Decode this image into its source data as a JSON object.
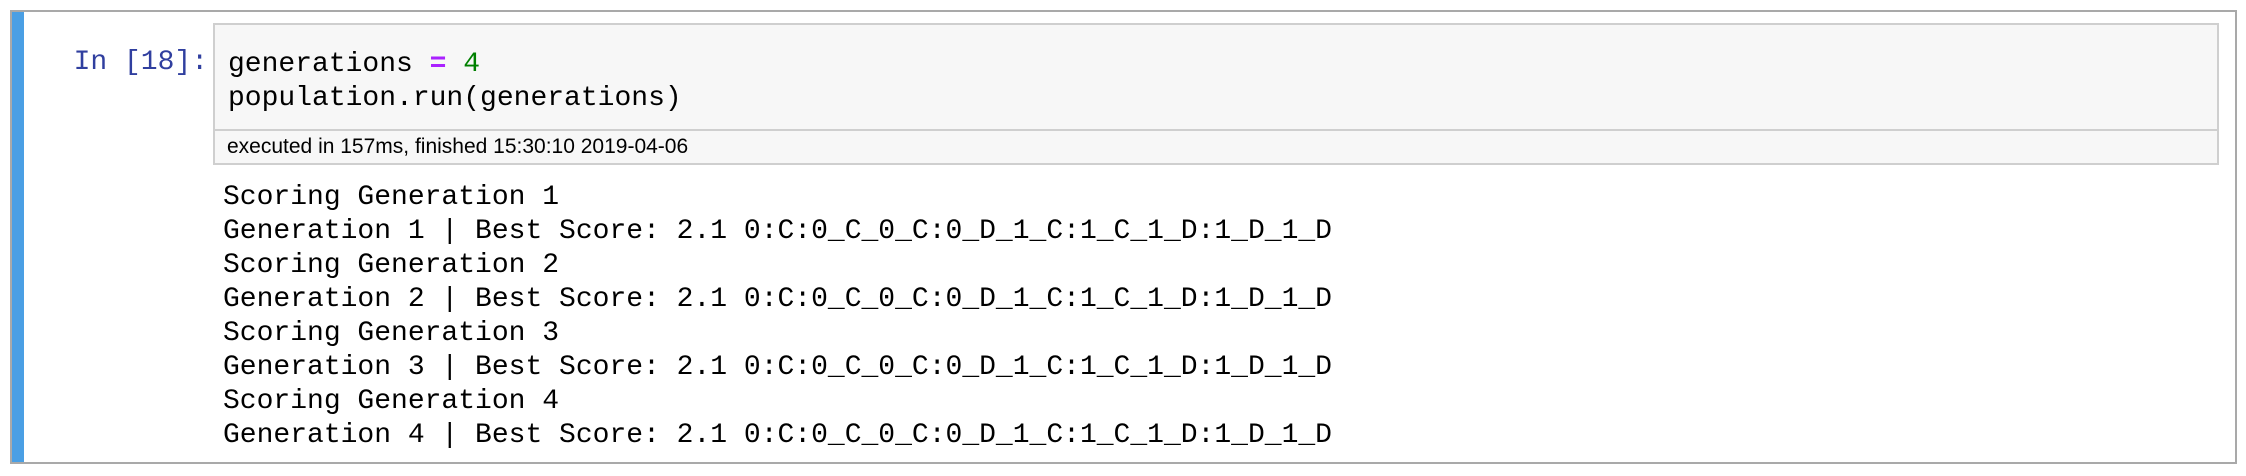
{
  "cell": {
    "prompt": "In [18]:",
    "code": {
      "line1": {
        "var": "generations",
        "op": "=",
        "num": "4"
      },
      "line2": "population.run(generations)"
    },
    "exec_info": "executed in 157ms, finished 15:30:10 2019-04-06",
    "output_lines": [
      "Scoring Generation 1",
      "Generation 1 | Best Score: 2.1 0:C:0_C_0_C:0_D_1_C:1_C_1_D:1_D_1_D",
      "Scoring Generation 2",
      "Generation 2 | Best Score: 2.1 0:C:0_C_0_C:0_D_1_C:1_C_1_D:1_D_1_D",
      "Scoring Generation 3",
      "Generation 3 | Best Score: 2.1 0:C:0_C_0_C:0_D_1_C:1_C_1_D:1_D_1_D",
      "Scoring Generation 4",
      "Generation 4 | Best Score: 2.1 0:C:0_C_0_C:0_D_1_C:1_C_1_D:1_D_1_D"
    ]
  },
  "colors": {
    "accent": "#4a9fe4",
    "prompt": "#303f9f",
    "operator": "#aa22ff",
    "number": "#008000",
    "input_bg": "#f7f7f7"
  }
}
